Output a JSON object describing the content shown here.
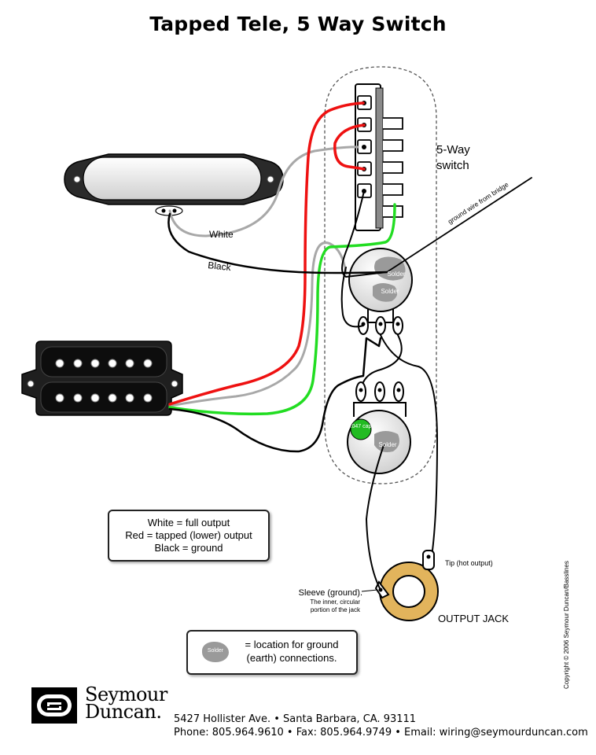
{
  "title": "Tapped Tele, 5 Way Switch",
  "labels": {
    "switch_name_line1": "5-Way",
    "switch_name_line2": "switch",
    "ground_wire": "ground wire from bridge",
    "white": "White",
    "black": "Black",
    "solder": "Solder",
    "cap": ".047 cap",
    "tip": "Tip (hot output)",
    "sleeve_line1": "Sleeve (ground).",
    "sleeve_line2": "The inner, circular",
    "sleeve_line3": "portion of the jack",
    "output_jack": "OUTPUT JACK"
  },
  "legend": {
    "line1": "White = full output",
    "line2": "Red = tapped (lower) output",
    "line3": "Black = ground"
  },
  "solder_note": {
    "blob_label": "Solder",
    "line1": "= location for ground",
    "line2": "(earth) connections."
  },
  "footer": {
    "brand_line1": "Seymour",
    "brand_line2": "Duncan.",
    "address": "5427 Hollister Ave.  •  Santa Barbara, CA. 93111",
    "contact": "Phone: 805.964.9610  •  Fax: 805.964.9749  •  Email: wiring@seymourduncan.com",
    "copyright": "Copyright © 2006 Seymour Duncan/Basslines"
  },
  "colors": {
    "wire_red": "#ee1111",
    "wire_green": "#22dd22",
    "wire_white": "#a8a8a8",
    "wire_black": "#000000",
    "solder_gray": "#9a9a9a",
    "jack_gold": "#e2b45c",
    "cap_green": "#22bb22"
  }
}
